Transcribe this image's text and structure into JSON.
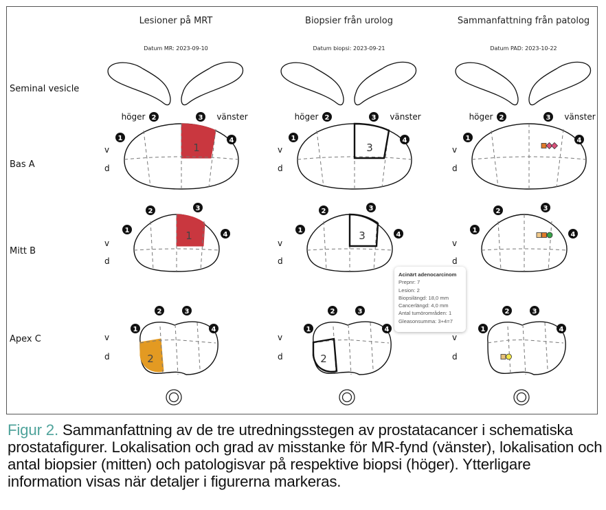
{
  "columns": [
    {
      "title": "Lesioner på MRT",
      "date": "Datum MR: 2023-09-10"
    },
    {
      "title": "Biopsier från urolog",
      "date": "Datum biopsi: 2023-09-21"
    },
    {
      "title": "Sammanfattning från patolog",
      "date": "Datum PAD: 2023-10-22"
    }
  ],
  "rows": [
    "Seminal vesicle",
    "Bas A",
    "Mitt B",
    "Apex C"
  ],
  "side_labels": {
    "right": "höger",
    "left": "vänster",
    "ventral": "v",
    "dorsal": "d"
  },
  "zone_numbers": [
    "1",
    "2",
    "3",
    "4"
  ],
  "mri_lesions": [
    {
      "row": "Bas A",
      "zone": "upper-right",
      "label": "1",
      "color": "#c9373f"
    },
    {
      "row": "Mitt B",
      "zone": "upper-right",
      "label": "1",
      "color": "#c9373f"
    },
    {
      "row": "Apex C",
      "zone": "lower-left",
      "label": "2",
      "color": "#e39a22"
    }
  ],
  "biopsies": [
    {
      "row": "Bas A",
      "zone": "upper-right",
      "count": "3"
    },
    {
      "row": "Mitt B",
      "zone": "upper-right",
      "count": "3"
    },
    {
      "row": "Apex C",
      "zone": "lower-left",
      "count": "2"
    }
  ],
  "pathology_markers": [
    {
      "row": "Bas A",
      "shapes": [
        {
          "type": "square",
          "color": "#e07b2a"
        },
        {
          "type": "diamond",
          "color": "#d9507a"
        },
        {
          "type": "diamond",
          "color": "#d9507a"
        }
      ]
    },
    {
      "row": "Mitt B",
      "shapes": [
        {
          "type": "square",
          "color": "#f0c98a"
        },
        {
          "type": "square",
          "color": "#e07b2a"
        },
        {
          "type": "circle",
          "color": "#3aa34a"
        }
      ]
    },
    {
      "row": "Apex C",
      "shapes": [
        {
          "type": "square",
          "color": "#e6c07a"
        },
        {
          "type": "circle",
          "color": "#f3e74a"
        }
      ]
    }
  ],
  "tooltip": {
    "title": "Acinärt adenocarcinom",
    "lines": [
      "Prepnr: 7",
      "Lesion: 2",
      "Biopsilängd: 18,0 mm",
      "Cancerlängd: 4,0 mm",
      "Antal tumörområden: 1",
      "Gleasonsumma: 3+4=7"
    ]
  },
  "caption": {
    "lead": "Figur 2.",
    "text": " Sammanfattning av de tre utredningsstegen av prostatacancer i schematiska prostatafigurer. Lokalisation och grad av misstanke för MR-fynd (vänster), lokalisation och antal biopsier (mitten) och patologisvar på respektive biopsi (höger). Ytterligare information visas när detaljer i figurerna markeras."
  }
}
